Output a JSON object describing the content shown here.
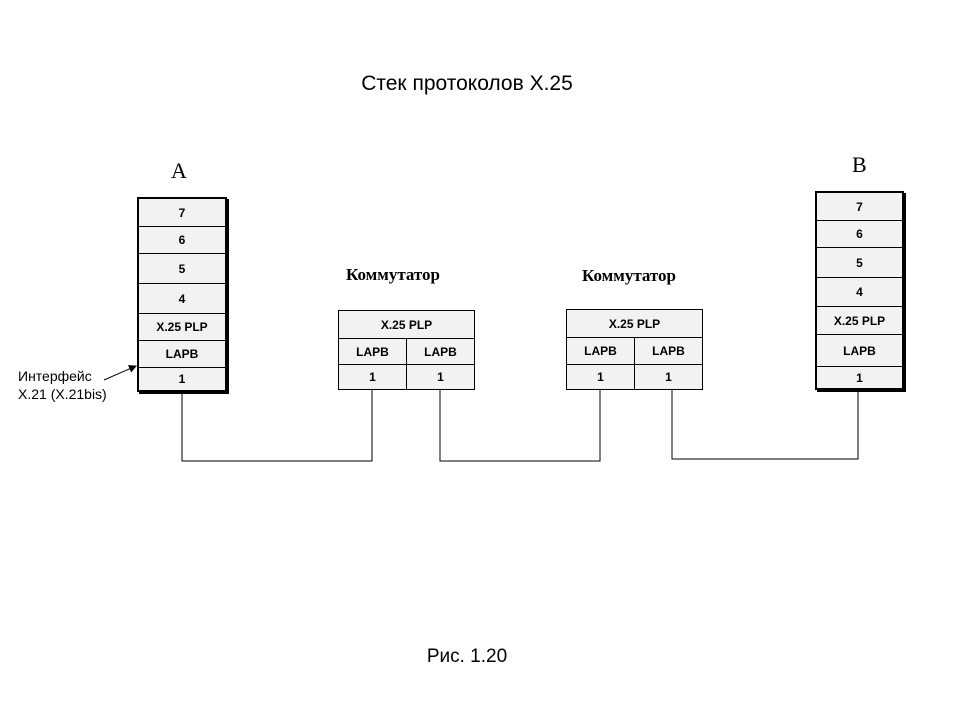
{
  "title": "Стек протоколов X.25",
  "caption": "Рис. 1.20",
  "node_a": {
    "label": "A",
    "layers": [
      "7",
      "6",
      "5",
      "4",
      "X.25 PLP",
      "LAPB",
      "1"
    ]
  },
  "node_b": {
    "label": "B",
    "layers": [
      "7",
      "6",
      "5",
      "4",
      "X.25 PLP",
      "LAPB",
      "1"
    ]
  },
  "switch1": {
    "label": "Коммутатор",
    "network": "X.25 PLP",
    "link_left": "LAPB",
    "link_right": "LAPB",
    "phys_left": "1",
    "phys_right": "1"
  },
  "switch2": {
    "label": "Коммутатор",
    "network": "X.25 PLP",
    "link_left": "LAPB",
    "link_right": "LAPB",
    "phys_left": "1",
    "phys_right": "1"
  },
  "interface_label": {
    "line1": "Интерфейс",
    "line2": "X.21 (X.21bis)"
  }
}
